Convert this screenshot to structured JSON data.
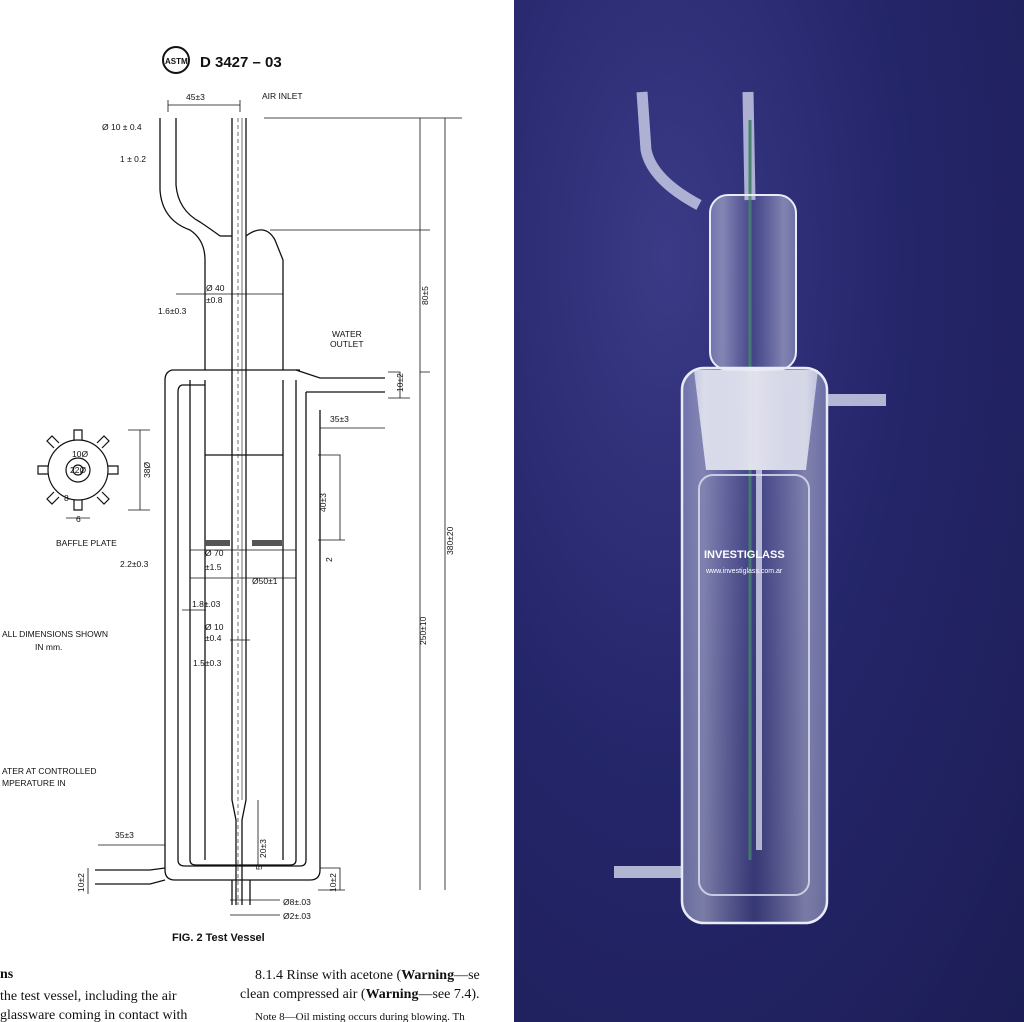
{
  "document": {
    "standard_number": "D 3427 – 03",
    "figure_caption": "FIG. 2 Test Vessel",
    "labels": {
      "air_inlet": "AIR INLET",
      "water_outlet_1": "WATER",
      "water_outlet_2": "OUTLET",
      "baffle_plate": "BAFFLE PLATE",
      "all_dims_1": "ALL DIMENSIONS SHOWN",
      "all_dims_2": "IN mm.",
      "water_in_1": "ATER AT CONTROLLED",
      "water_in_2": "MPERATURE IN"
    },
    "dimensions": {
      "d1": "45±3",
      "d2": "Ø 10 ± 0.4",
      "d3": "1 ± 0.2",
      "d4": "Ø 40",
      "d5": "±0.8",
      "d6": "1.6±0.3",
      "d7": "80±5",
      "d8": "10±2",
      "d9": "35±3",
      "d10": "38Ø",
      "d11": "10Ø",
      "d12": "22Ø",
      "d13": "8",
      "d14": "6",
      "d15": "40±3",
      "d16": "2",
      "d17": "Ø 70",
      "d18": "±1.5",
      "d19": "2.2±0.3",
      "d20": "Ø50±1",
      "d21": "1.8±.03",
      "d22": "Ø 10",
      "d23": "±0.4",
      "d24": "1.5±0.3",
      "d25": "380±20",
      "d26": "250±10",
      "d27": "35±3",
      "d28": "10±2",
      "d29": "20±3",
      "d30": "5",
      "d31": "10±2",
      "d32": "Ø8±.03",
      "d33": "Ø2±.03"
    },
    "text_left_heading": "ns",
    "text_left_line1": "the test vessel, including the air",
    "text_left_line2": "glassware coming in contact with",
    "text_right_line1_pre": "8.1.4 Rinse with acetone (",
    "text_right_warning": "Warning",
    "text_right_line1_post": "—se",
    "text_right_line2_pre": "clean compressed air (",
    "text_right_line2_post": "—see 7.4).",
    "text_right_note": "Note 8—Oil misting occurs during blowing. Th"
  },
  "photo": {
    "glass_print_1": "INVESTIGLASS",
    "glass_print_2": "www.investiglass.com.ar"
  }
}
